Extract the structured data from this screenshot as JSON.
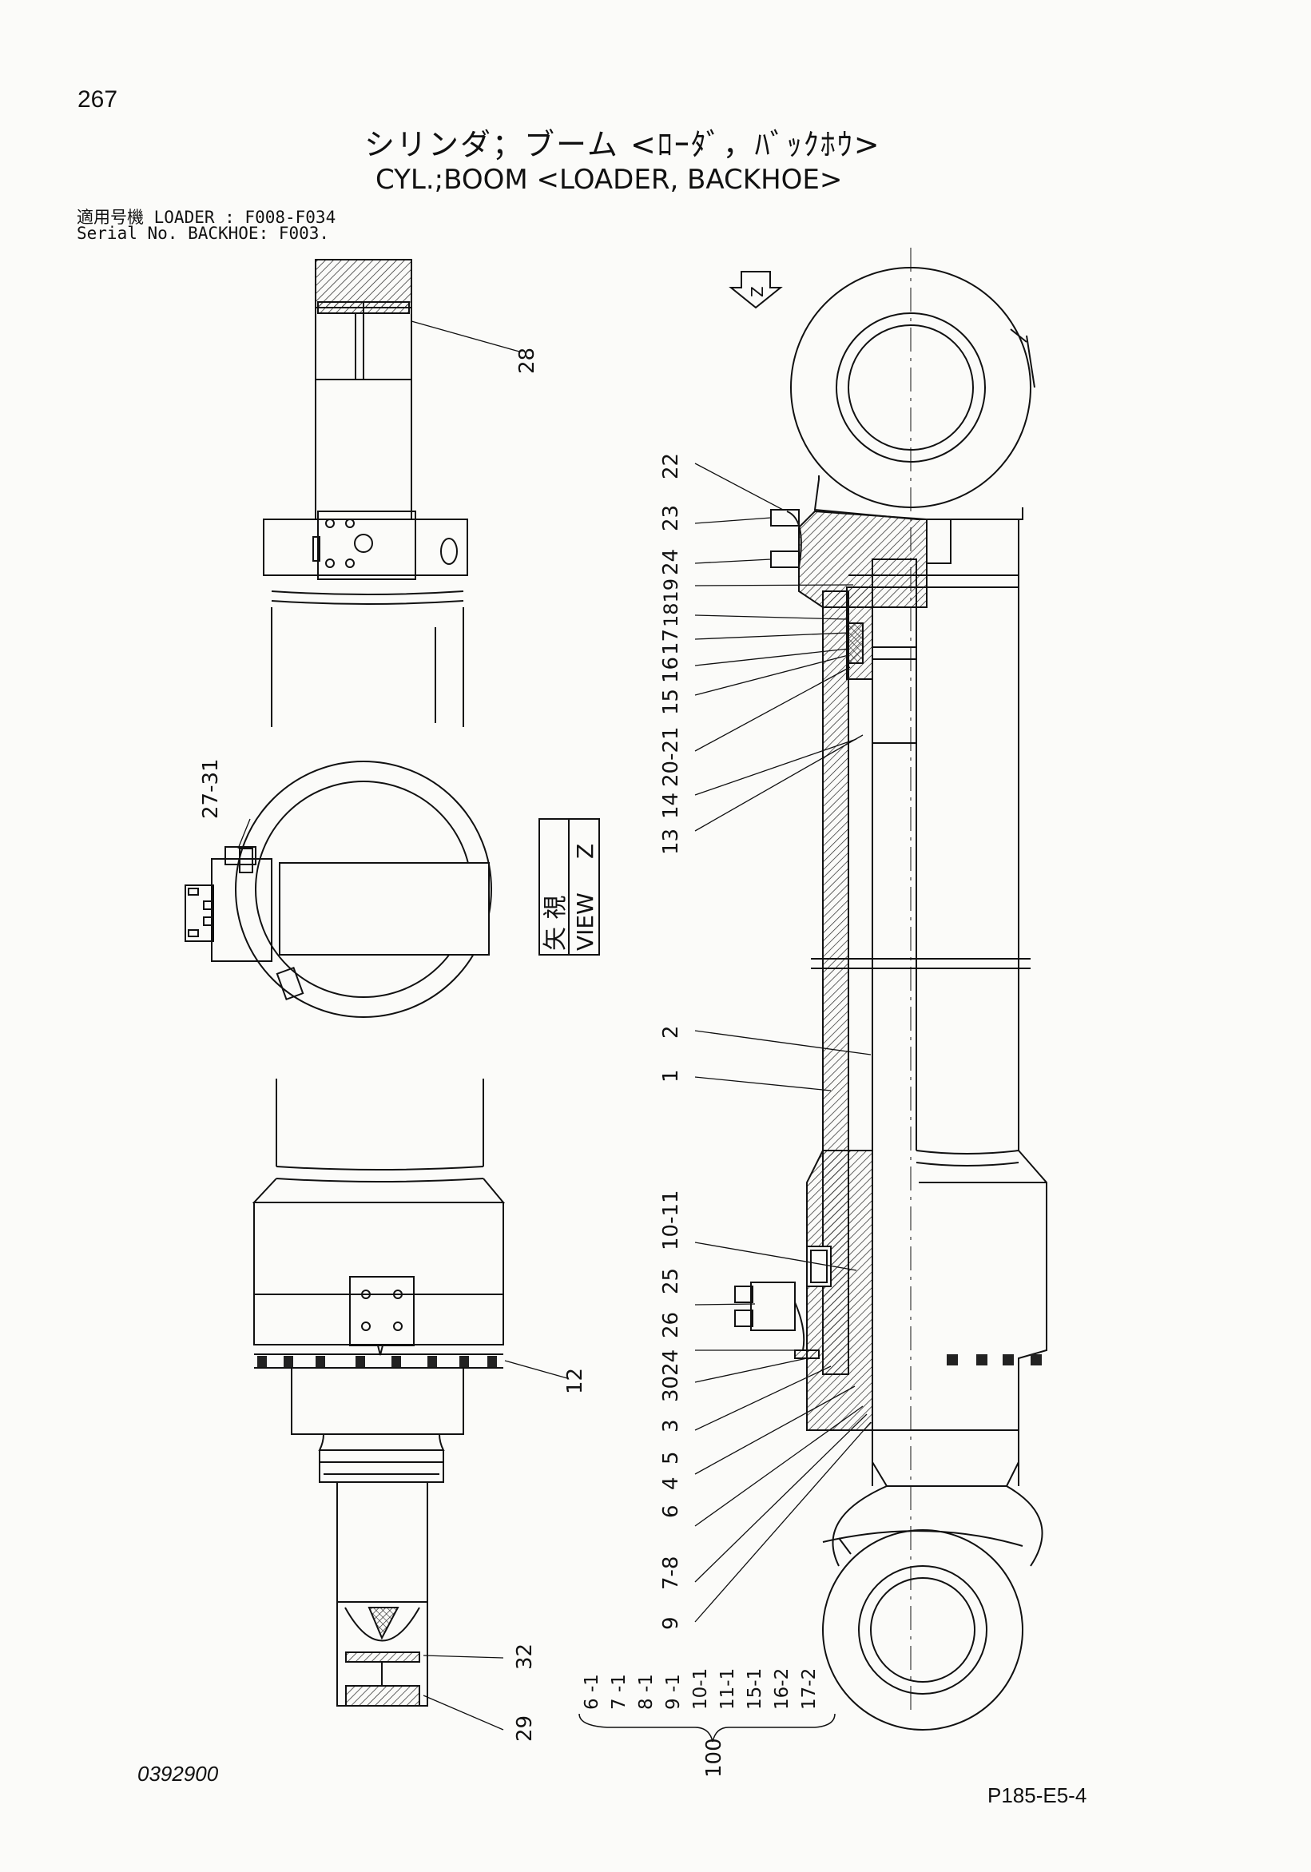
{
  "page_number": "267",
  "title_ja": "シリンダ；ブーム <ﾛｰﾀﾞ，ﾊﾞｯｸﾎｳ>",
  "title_en": "CYL.;BOOM <LOADER, BACKHOE>",
  "applicable": {
    "line1": "適用号機  LOADER : F008-F034",
    "line2": "Serial No. BACKHOE: F003."
  },
  "view": {
    "ja": "矢 視",
    "en": "VIEW",
    "letter": "Z",
    "arrow_letter": "Z"
  },
  "callouts": {
    "c28": "28",
    "c27_31": "27-31",
    "c12": "12",
    "c32": "32",
    "c29": "29",
    "c22": "22",
    "c23": "23",
    "c24a": "24",
    "c18_19": "1819",
    "c17": "17",
    "c16": "16",
    "c15": "15",
    "c20_21": "20-21",
    "c14": "14",
    "c13": "13",
    "c2": "2",
    "c1": "1",
    "c10_11": "10-11",
    "c25": "25",
    "c26": "26",
    "c30_24": "3024",
    "c3": "3",
    "c5": "5",
    "c4": "4",
    "c6": "6",
    "c7_8": "7-8",
    "c9": "9"
  },
  "kit": {
    "label": "100",
    "items": [
      "6 -1",
      "7 -1",
      "8 -1",
      "9 -1",
      "10-1",
      "11-1",
      "15-1",
      "16-2",
      "17-2"
    ]
  },
  "doc_number": "0392900",
  "page_code": "P185-E5-4"
}
